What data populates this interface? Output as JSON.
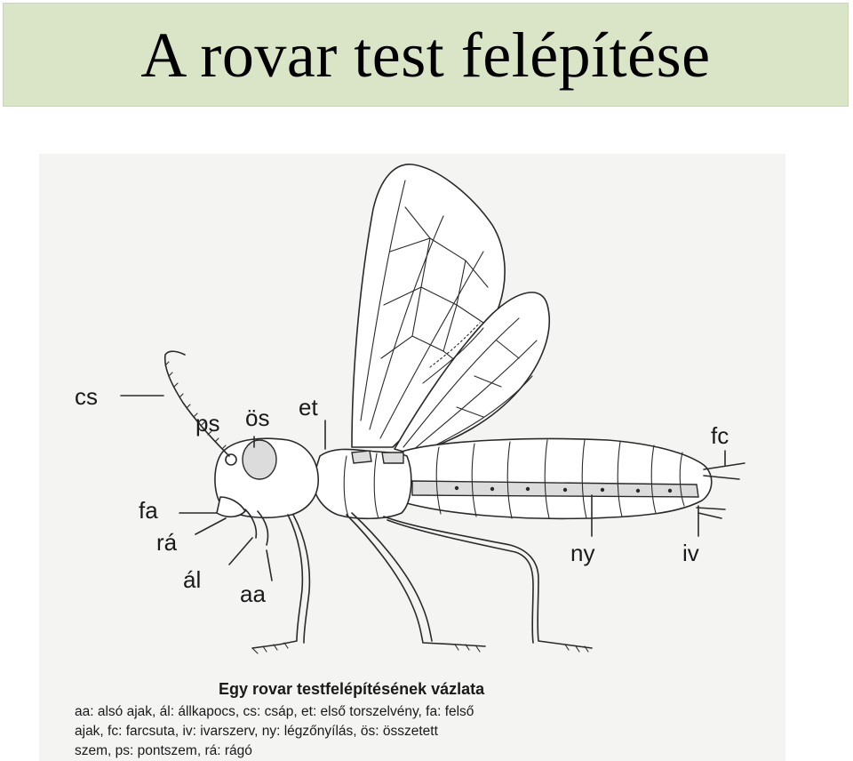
{
  "title": "A rovar test felépítése",
  "colors": {
    "title_bar": "#d9e5c6",
    "scan_paper": "#f3f3f1",
    "ink": "#2a2a2a"
  },
  "diagram": {
    "labels": {
      "cs": "cs",
      "ps": "ps",
      "os": "ös",
      "et": "et",
      "fa": "fa",
      "ra": "rá",
      "al": "ál",
      "aa": "aa",
      "fc": "fc",
      "ny": "ny",
      "iv": "iv"
    },
    "caption": {
      "title": "Egy rovar testfelépítésének vázlata",
      "lines": [
        "aa: alsó ajak, ál: állkapocs, cs: csáp, et: első torszelvény, fa: felső",
        "ajak, fc: farcsuta, iv: ivarszerv, ny: légzőnyílás, ös: összetett",
        "szem, ps: pontszem, rá: rágó"
      ]
    }
  }
}
